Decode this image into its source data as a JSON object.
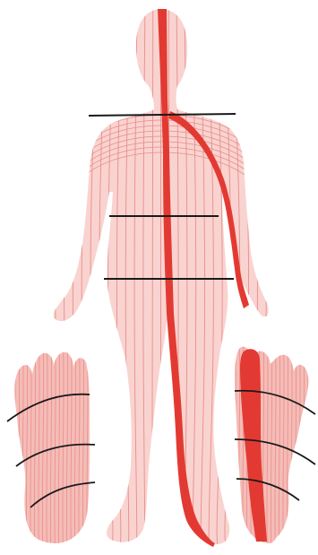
{
  "diagram": {
    "body_fill": "#f9d3d0",
    "foot_fill": "#f5bcb7",
    "meridian_color": "#e88d8a",
    "highlight_color": "#e23a32",
    "marker_line_color": "#1a1a1a",
    "views": [
      "front-body",
      "left-foot-sole",
      "right-foot-sole"
    ]
  }
}
